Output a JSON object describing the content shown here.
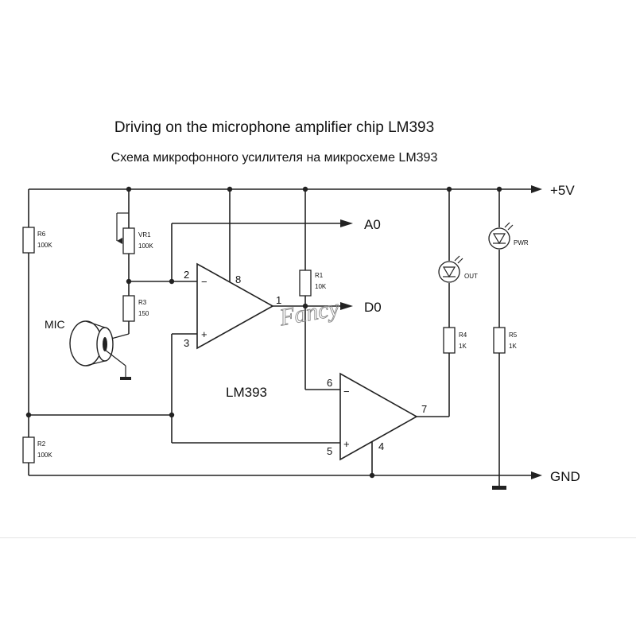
{
  "title": "Driving on the microphone amplifier chip LM393",
  "subtitle": "Схема микрофонного усилителя на микросхеме LM393",
  "rails": {
    "vcc": "+5V",
    "gnd": "GND"
  },
  "outputs": {
    "analog": "A0",
    "digital": "D0"
  },
  "chip": "LM393",
  "mic_label": "MIC",
  "watermark": "Fancy",
  "components": {
    "r6": {
      "ref": "R6",
      "value": "100K"
    },
    "vr1": {
      "ref": "VR1",
      "value": "100K"
    },
    "r3": {
      "ref": "R3",
      "value": "150"
    },
    "r1": {
      "ref": "R1",
      "value": "10K"
    },
    "r2": {
      "ref": "R2",
      "value": "100K"
    },
    "r4": {
      "ref": "R4",
      "value": "1K"
    },
    "r5": {
      "ref": "R5",
      "value": "1K"
    },
    "led_out": "OUT",
    "led_pwr": "PWR"
  },
  "pins": {
    "p1": "1",
    "p2": "2",
    "p3": "3",
    "p4": "4",
    "p5": "5",
    "p6": "6",
    "p7": "7",
    "p8": "8"
  },
  "signs": {
    "minus": "−",
    "plus": "+"
  }
}
